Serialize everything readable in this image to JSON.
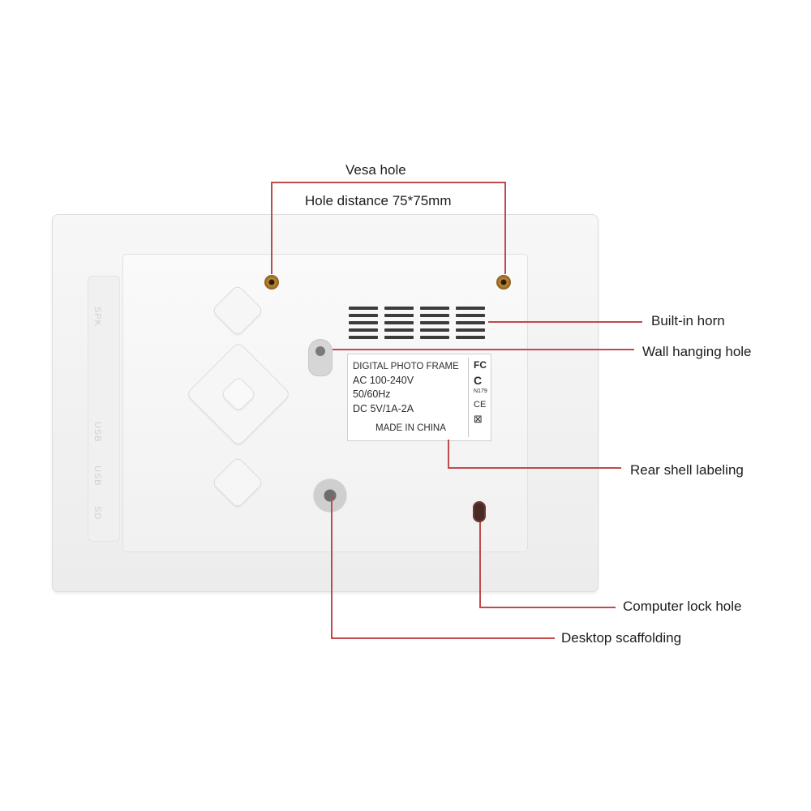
{
  "callouts": {
    "vesa_title": "Vesa hole",
    "vesa_distance": "Hole distance 75*75mm",
    "horn": "Built-in horn",
    "wall_hole": "Wall hanging hole",
    "rear_label": "Rear shell labeling",
    "lock_hole": "Computer lock hole",
    "scaffolding": "Desktop scaffolding"
  },
  "rear_label": {
    "lines": [
      "DIGITAL PHOTO FRAME",
      "AC 100-240V",
      "50/60Hz",
      "DC 5V/1A-2A"
    ],
    "made_in": "MADE IN CHINA",
    "marks": [
      "FC",
      "C",
      "N179",
      "CE",
      "⊠"
    ]
  },
  "side_port_labels": [
    "SPK",
    "USB",
    "USB",
    "SD"
  ],
  "colors": {
    "callout_line": "#c14a4a",
    "background": "#ffffff"
  }
}
